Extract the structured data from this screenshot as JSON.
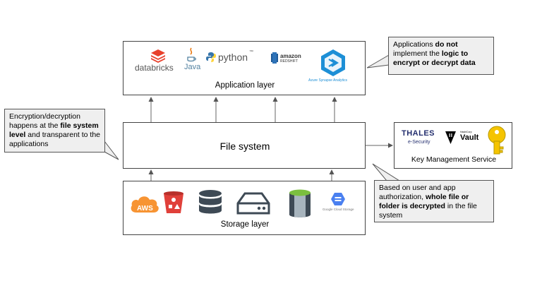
{
  "application_layer": {
    "label": "Application layer",
    "logos": {
      "databricks": "databricks",
      "java": "Java",
      "python": "python",
      "python_tm": "™",
      "amazon": "amazon",
      "redshift": "REDSHIFT",
      "azure_synapse": "Azure Synapse Analytics"
    }
  },
  "file_system": {
    "label": "File system"
  },
  "storage_layer": {
    "label": "Storage layer",
    "logos": {
      "aws": "AWS",
      "google_cloud_storage": "Google Cloud Storage"
    }
  },
  "kms": {
    "label": "Key Management Service",
    "logos": {
      "thales": "THALES",
      "thales_sub": "e-Security",
      "vault_small": "HashiCorp",
      "vault": "Vault"
    }
  },
  "callouts": {
    "apps": {
      "p1": "Applications ",
      "b1": "do not",
      "p2": " implement the ",
      "b2": "logic to encrypt or decrypt data"
    },
    "encryption": {
      "p1": "Encryption/decryption happens at the ",
      "b1": "file system level",
      "p2": " and transparent to the applications"
    },
    "authorization": {
      "p1": "Based on user and app authorization, ",
      "b1": "whole file or folder is decrypted",
      "p2": " in the file system"
    }
  },
  "colors": {
    "databricks": "#e8412c",
    "aws": "#f79433",
    "bucket": "#e0403a",
    "db": "#3e4a55",
    "azure": "#1d8fd6",
    "google": "#4a80f0",
    "thales": "#232e6e",
    "key": "#f5c400"
  }
}
